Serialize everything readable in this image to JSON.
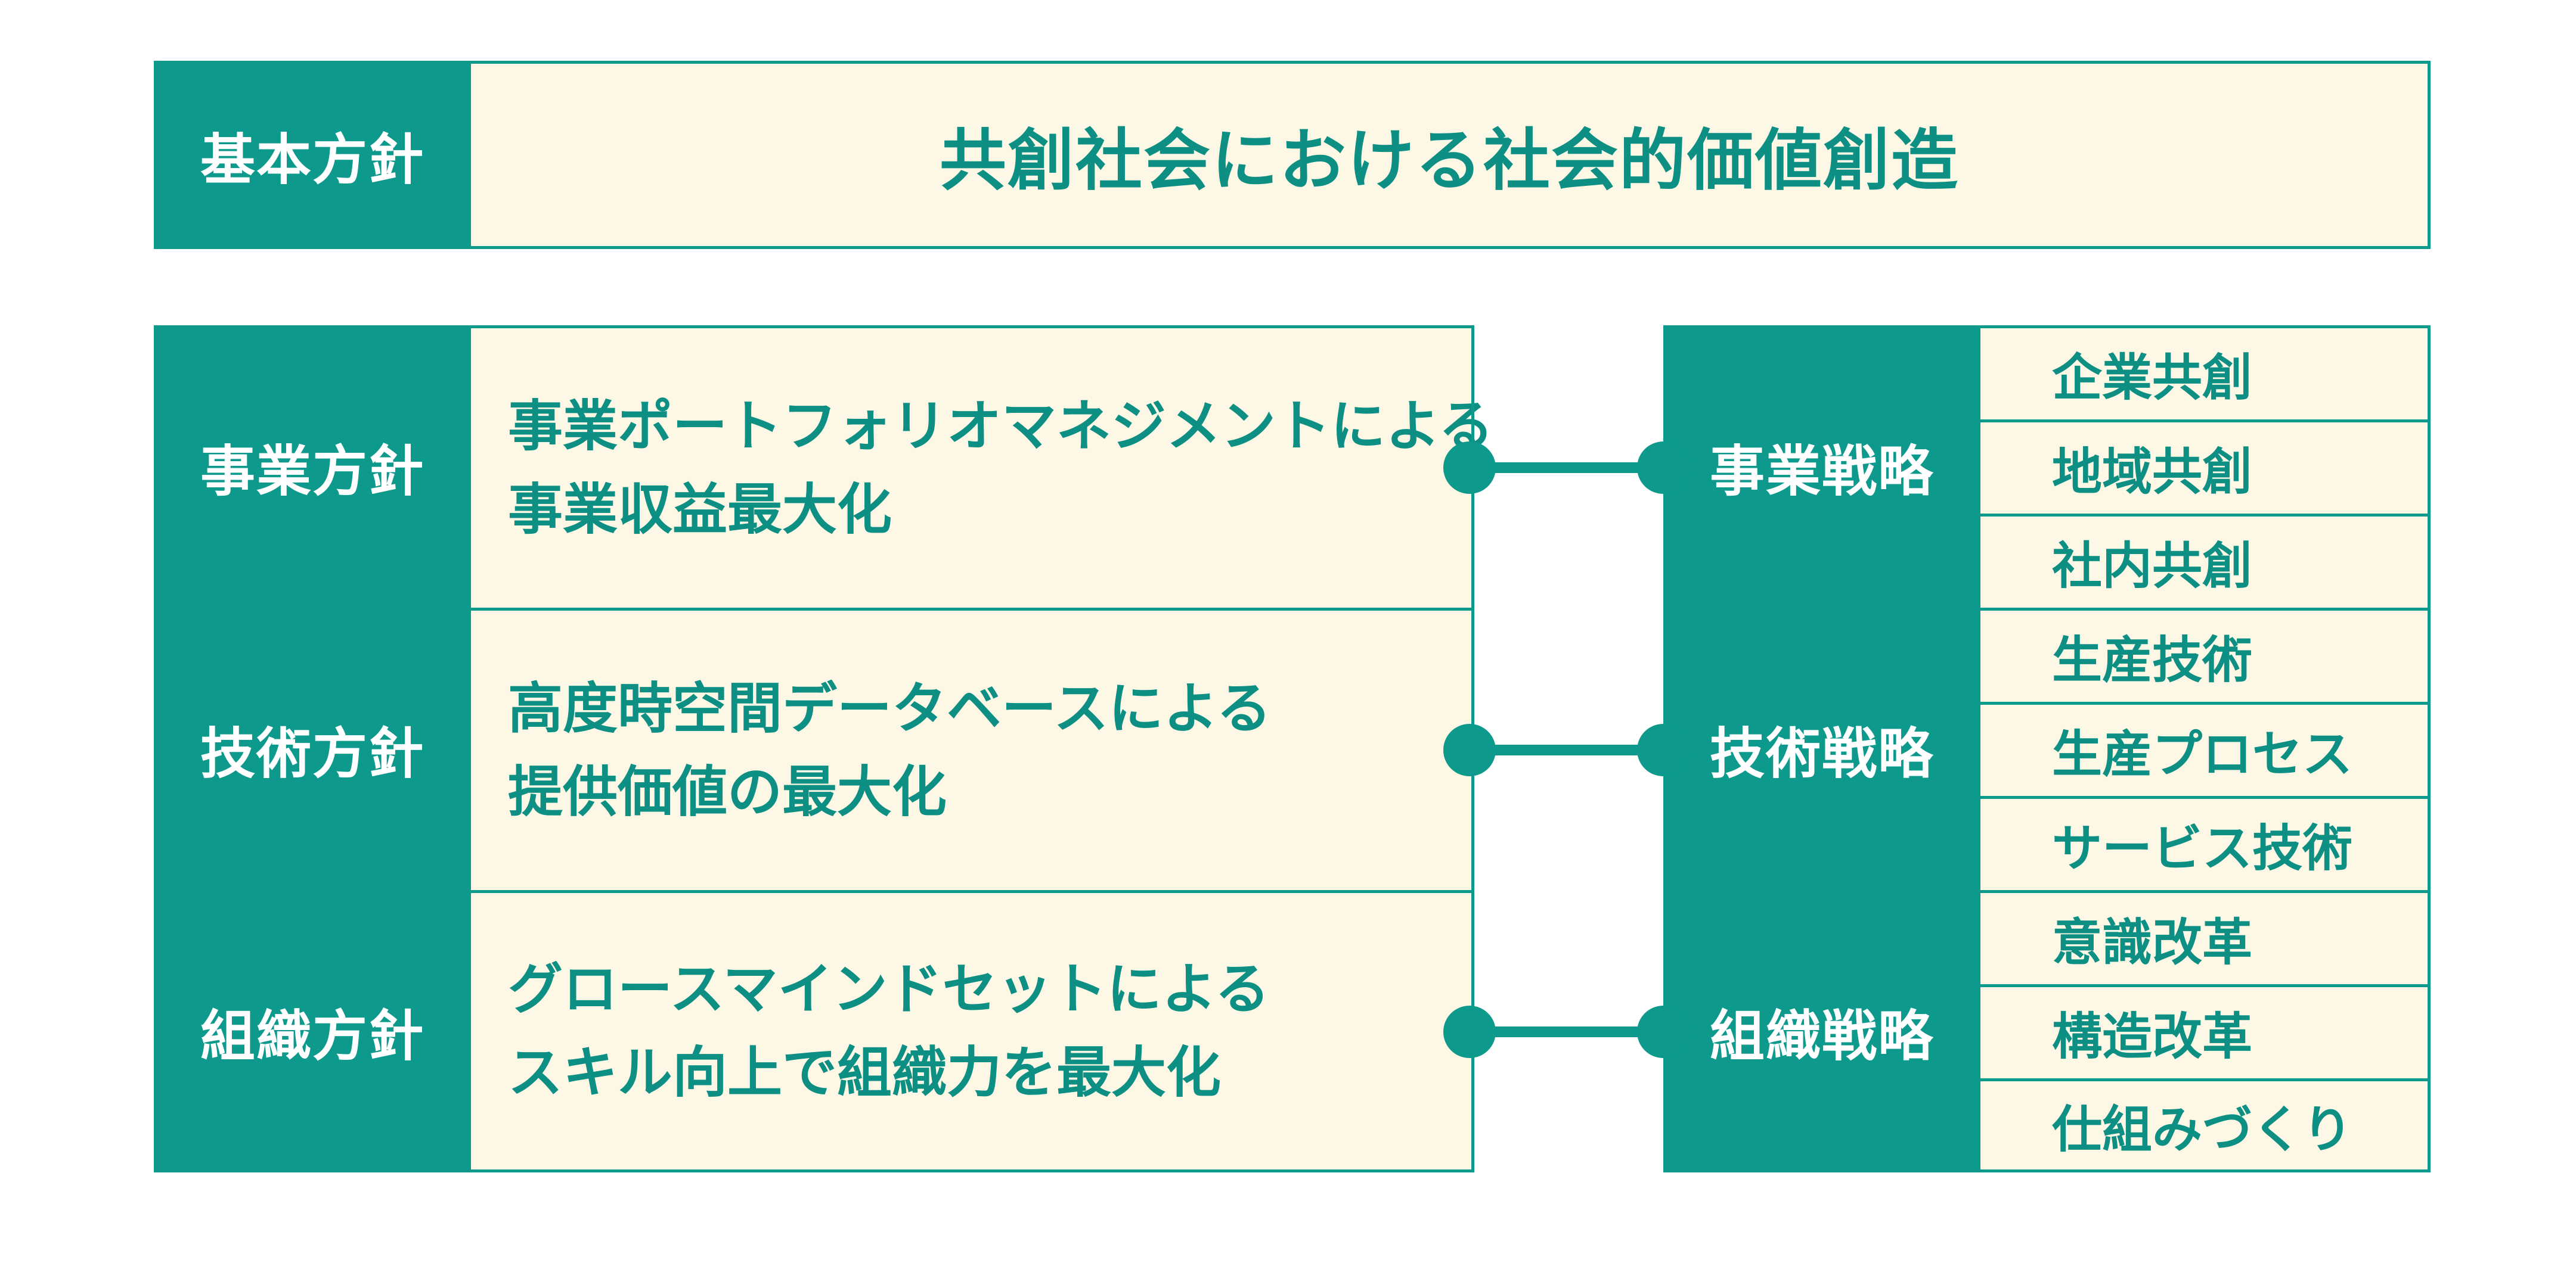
{
  "mission": {
    "label": "基本方針",
    "text": "共創社会における社会的価値創造"
  },
  "policies": [
    {
      "label": "事業方針",
      "lines": [
        "事業ポートフォリオマネジメントによる",
        "事業収益最大化"
      ]
    },
    {
      "label": "技術方針",
      "lines": [
        "高度時空間データベースによる",
        "提供価値の最大化"
      ]
    },
    {
      "label": "組織方針",
      "lines": [
        "グロースマインドセットによる",
        "スキル向上で組織力を最大化"
      ]
    }
  ],
  "strategies": [
    {
      "label": "事業戦略",
      "items": [
        "企業共創",
        "地域共創",
        "社内共創"
      ]
    },
    {
      "label": "技術戦略",
      "items": [
        "生産技術",
        "生産プロセス",
        "サービス技術"
      ]
    },
    {
      "label": "組織戦略",
      "items": [
        "意識改革",
        "構造改革",
        "仕組みづくり"
      ]
    }
  ],
  "colors": {
    "teal": "#0d9a8d",
    "cream": "#fdf8e6",
    "text_teal": "#0d8f83"
  }
}
